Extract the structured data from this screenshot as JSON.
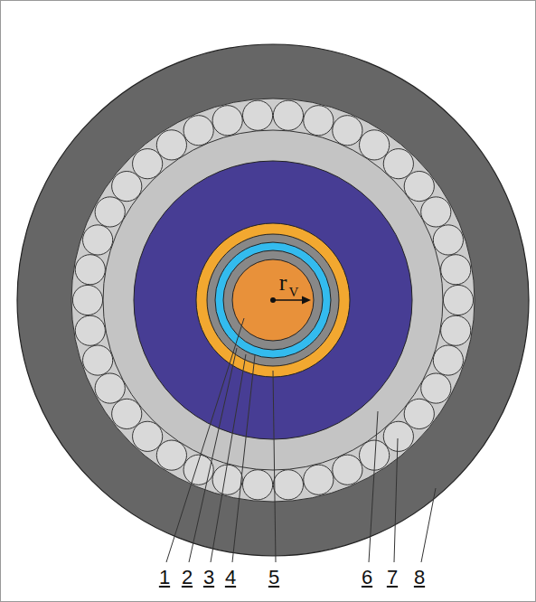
{
  "diagram": {
    "labels": [
      "1",
      "2",
      "3",
      "4",
      "5",
      "6",
      "7",
      "8",
      "r",
      "V"
    ]
  }
}
